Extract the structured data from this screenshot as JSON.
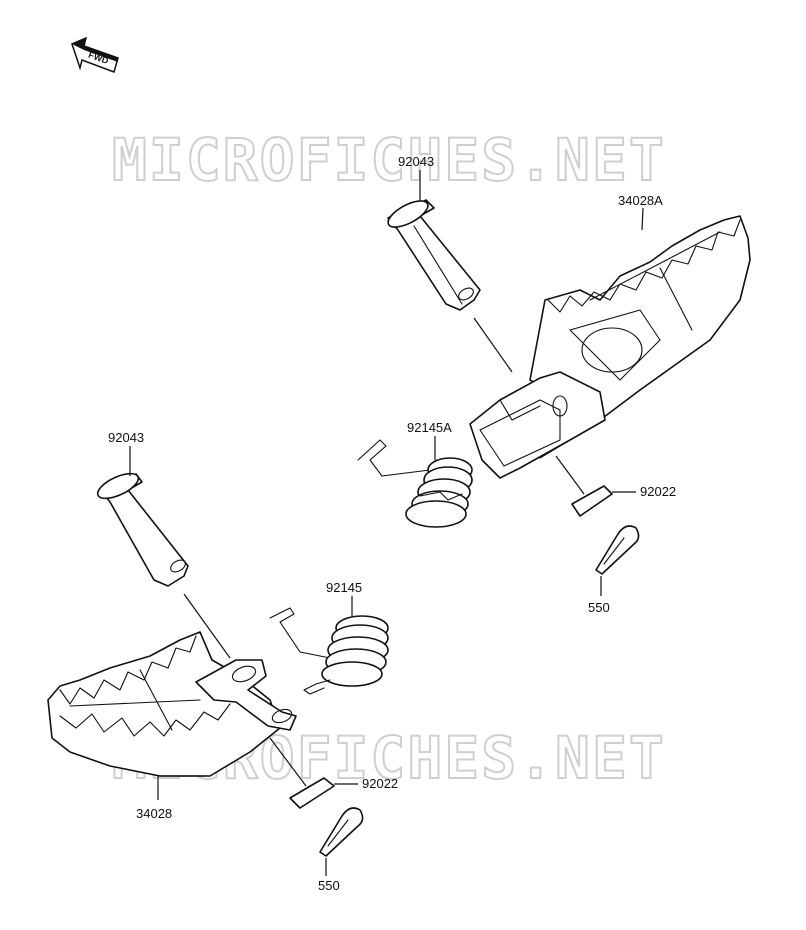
{
  "watermark": "MICROFICHES.NET",
  "fwd_label": "FWD",
  "callouts": {
    "pin_upper": "92043",
    "footpeg_upper": "34028A",
    "spring_upper": "92145A",
    "washer_upper": "92022",
    "cotter_upper": "550",
    "pin_lower": "92043",
    "spring_lower": "92145",
    "washer_lower": "92022",
    "footpeg_lower": "34028",
    "cotter_lower": "550"
  }
}
